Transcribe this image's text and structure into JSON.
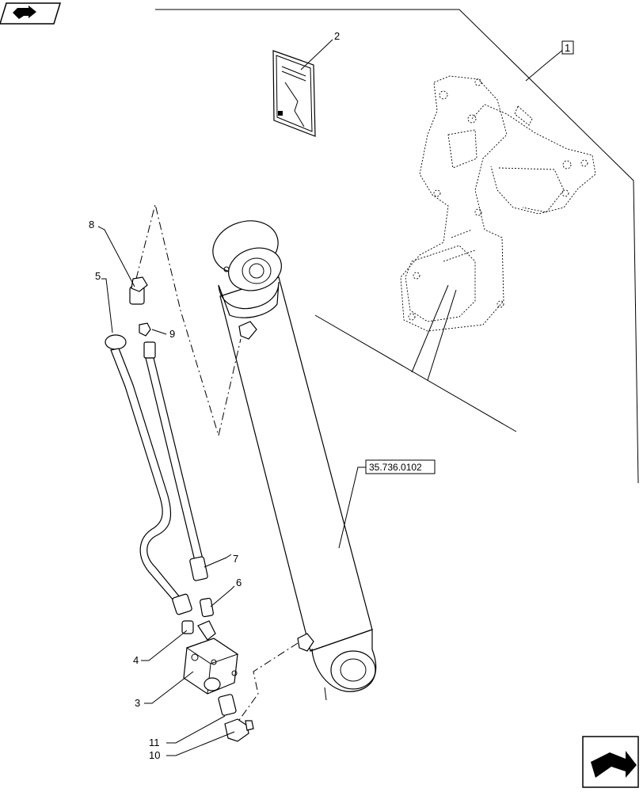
{
  "callouts": {
    "c1": "1",
    "c2": "2",
    "c3": "3",
    "c4": "4",
    "c5": "5",
    "c6": "6",
    "c7": "7",
    "c8": "8",
    "c9": "9",
    "c10": "10",
    "c11": "11"
  },
  "reference": "35.736.0102",
  "icons": {
    "top_left": "book-arrow-icon",
    "bottom_right": "next-page-arrow-icon"
  }
}
